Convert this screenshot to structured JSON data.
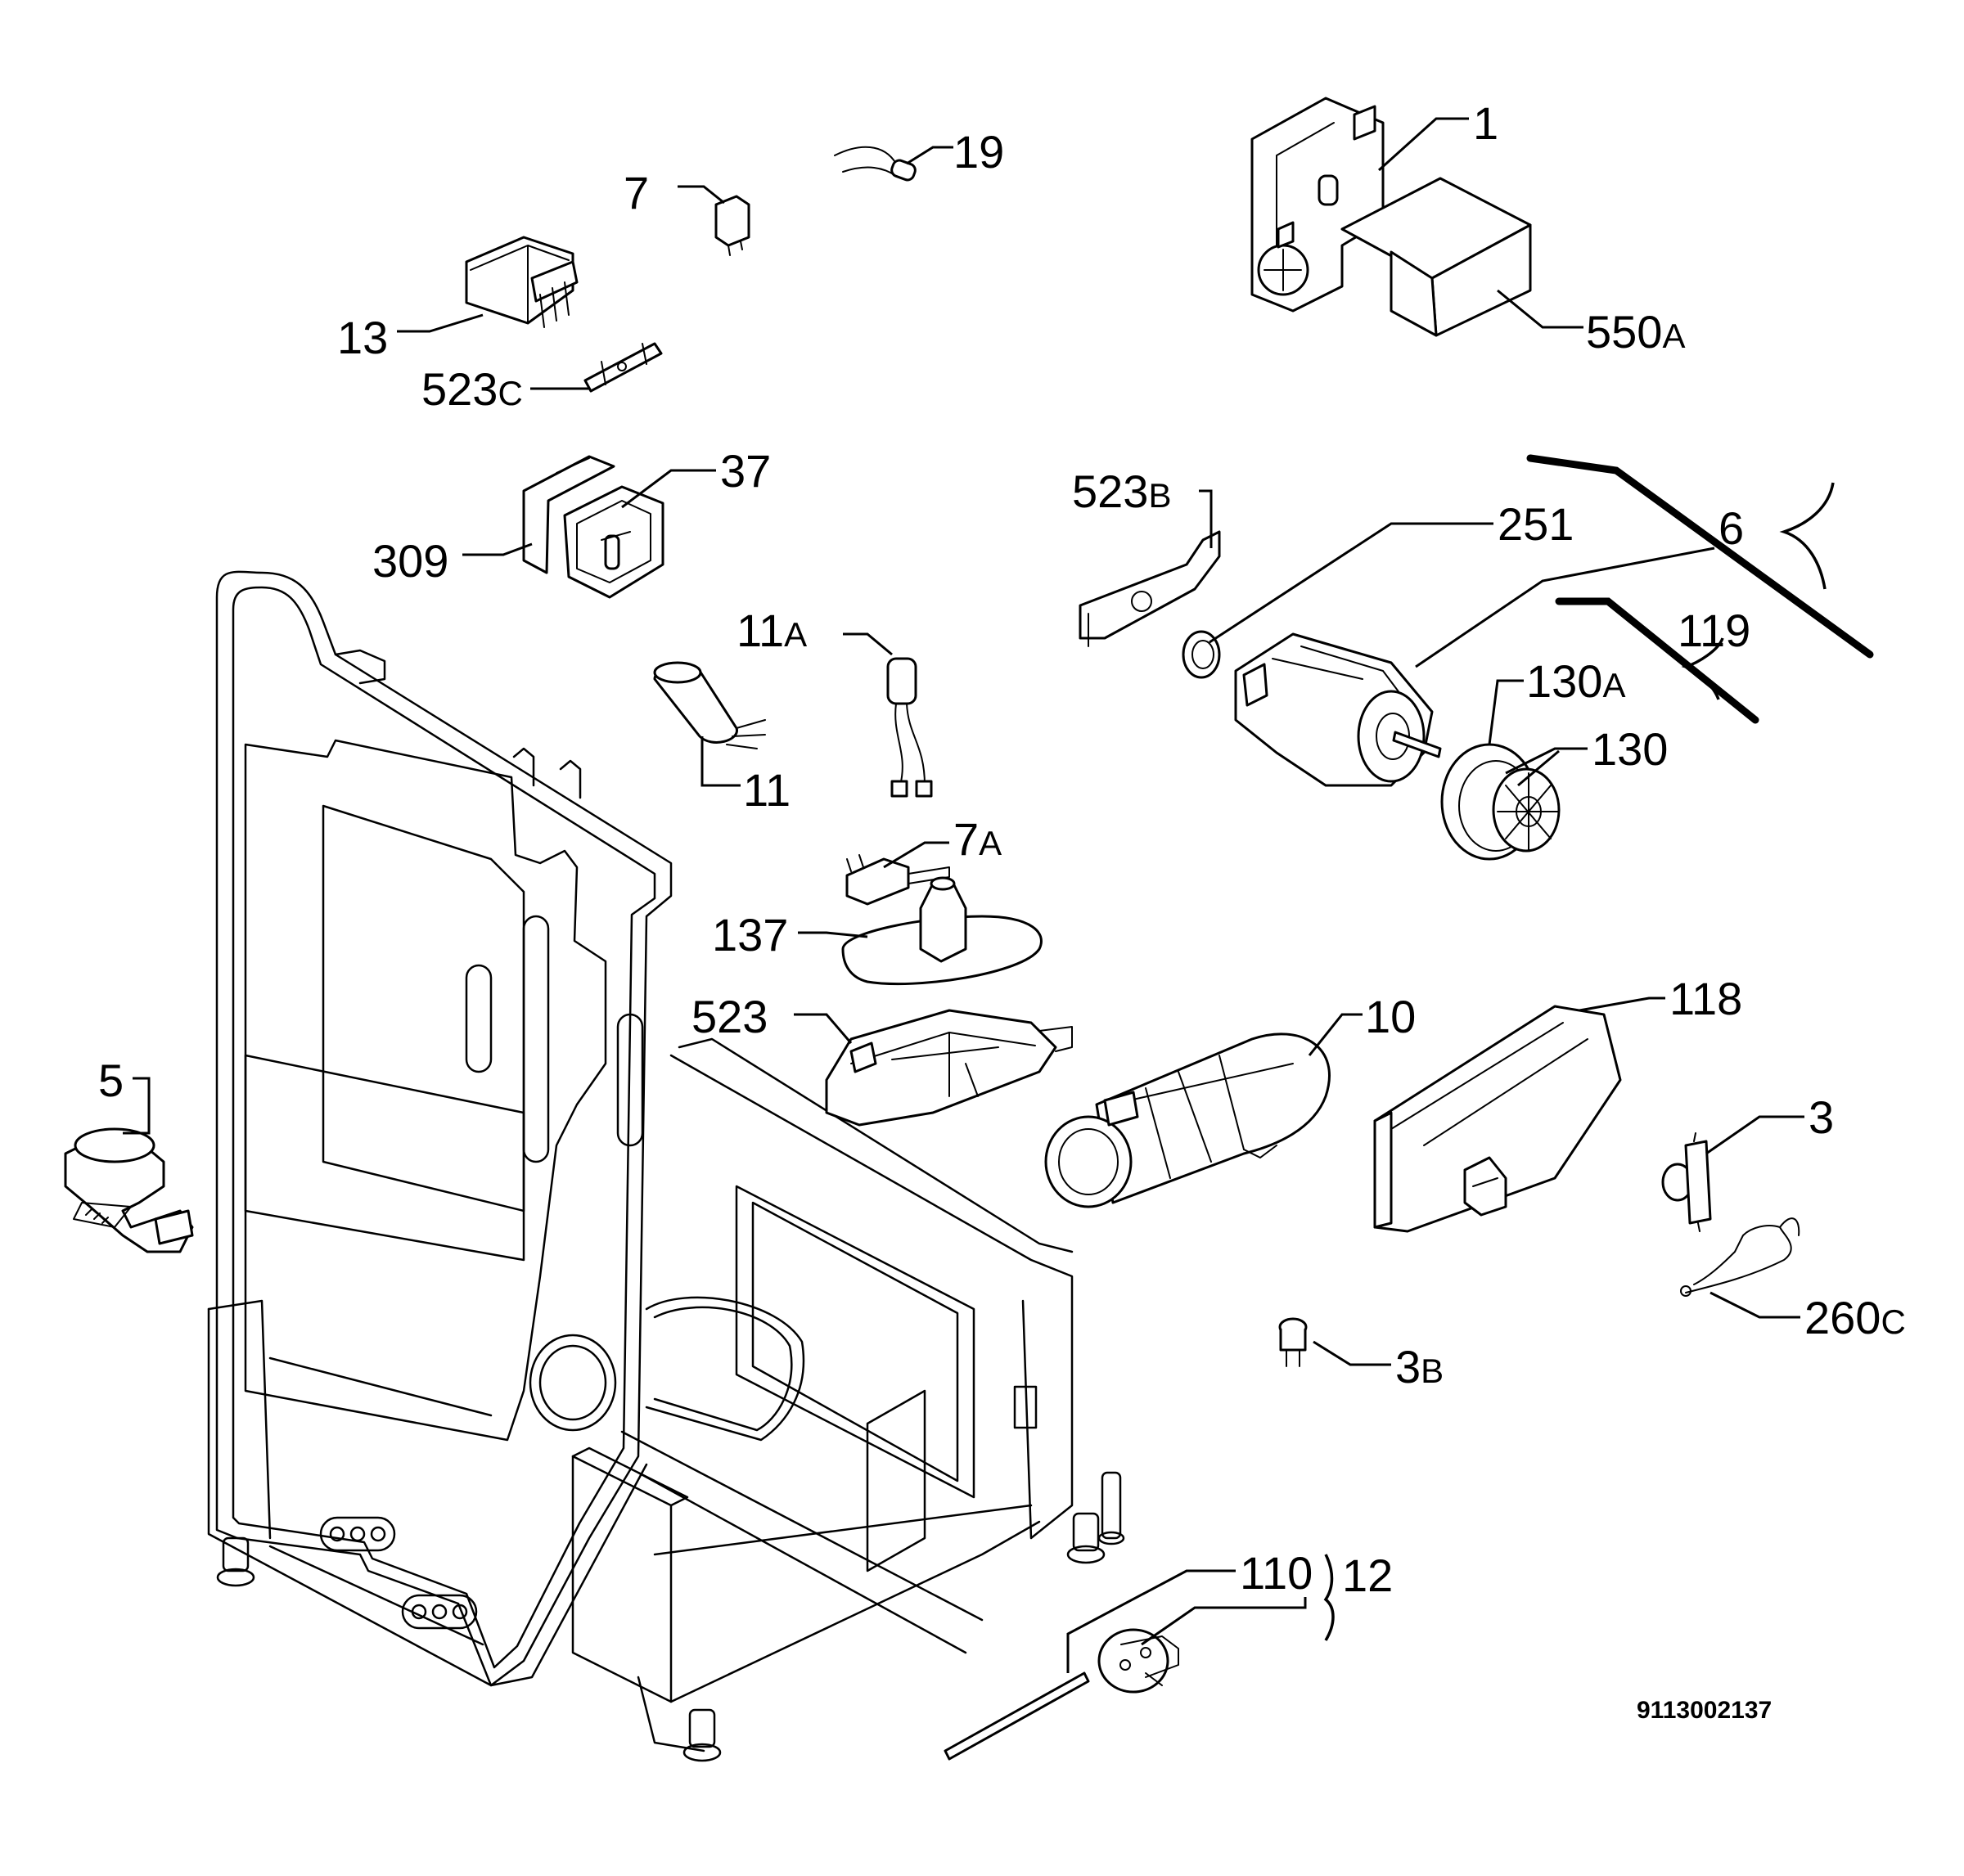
{
  "labels": {
    "p1": "1",
    "p550a_num": "550",
    "p550a_suf": "A",
    "p19": "19",
    "p7": "7",
    "p13": "13",
    "p523c_num": "523",
    "p523c_suf": "C",
    "p37": "37",
    "p309": "309",
    "p523b_num": "523",
    "p523b_suf": "B",
    "p251": "251",
    "p6": "6",
    "p119": "119",
    "p130a_num": "130",
    "p130a_suf": "A",
    "p130": "130",
    "p11a_num": "11",
    "p11a_suf": "A",
    "p11": "11",
    "p7a_num": "7",
    "p7a_suf": "A",
    "p137": "137",
    "p523": "523",
    "p10": "10",
    "p118": "118",
    "p3": "3",
    "p5": "5",
    "p260c_num": "260",
    "p260c_suf": "C",
    "p3b_num": "3",
    "p3b_suf": "B",
    "p110": "110",
    "p12": "12"
  },
  "drawing_code": "9113002137"
}
